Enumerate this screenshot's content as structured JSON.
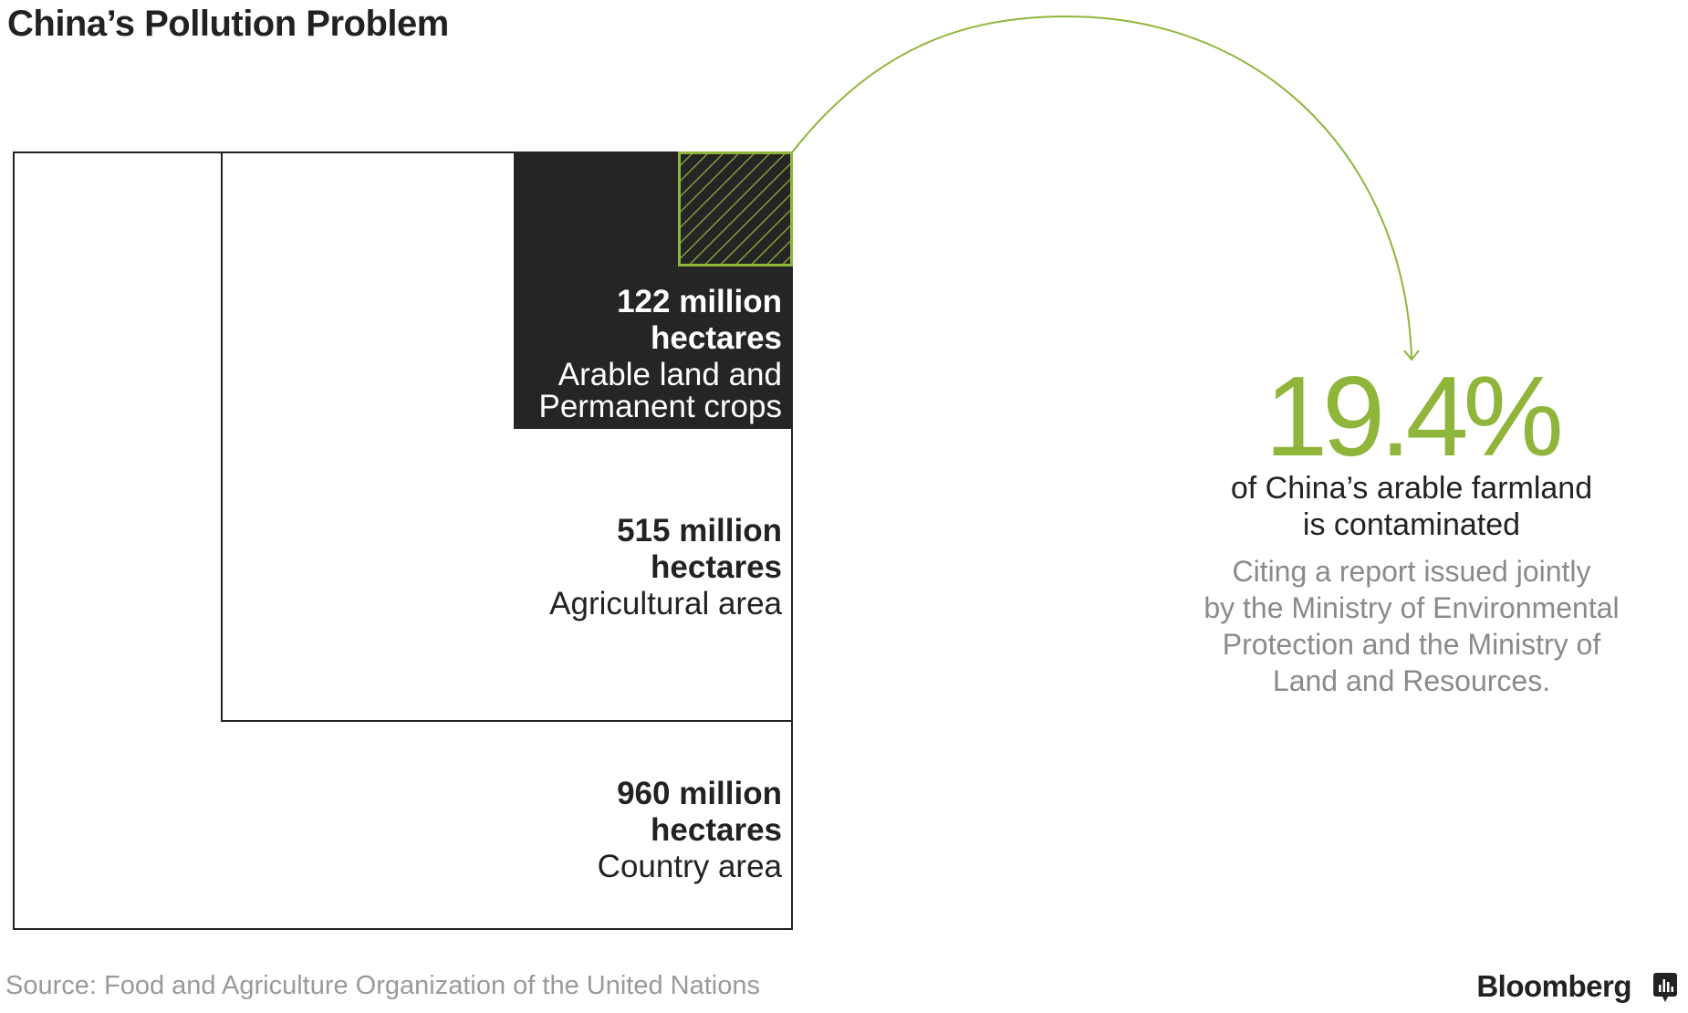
{
  "title": "China’s Pollution Problem",
  "blocks": {
    "country": {
      "value": "960 million",
      "unit": "hectares",
      "label": "Country area",
      "hectares_millions": 960
    },
    "agricultural": {
      "value": "515 million",
      "unit": "hectares",
      "label": "Agricultural area",
      "hectares_millions": 515
    },
    "arable": {
      "value": "122 million",
      "unit": "hectares",
      "label_line1": "Arable land and",
      "label_line2": "Permanent crops",
      "hectares_millions": 122
    }
  },
  "callout": {
    "percent": "19.4%",
    "percent_value": 19.4,
    "line1": "of China’s arable farmland",
    "line2": "is contaminated",
    "note_lines": [
      "Citing a report issued jointly",
      "by the Ministry of Environmental",
      "Protection and the Ministry of",
      "Land and Resources."
    ]
  },
  "source": "Source: Food and Agriculture Organization of the United Nations",
  "brand": "Bloomberg",
  "colors": {
    "accent": "#8fb53a",
    "dark": "#252525",
    "muted": "#8a8a8a"
  }
}
